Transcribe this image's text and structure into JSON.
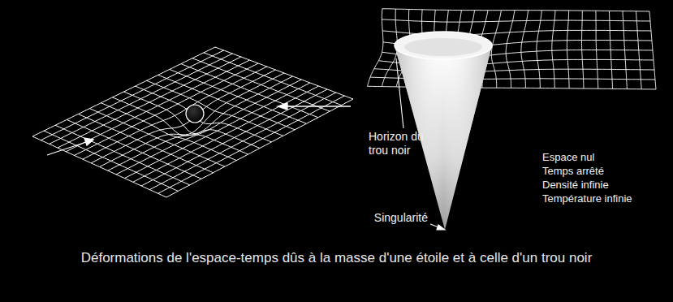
{
  "diagram": {
    "caption": "Déformations de l'espace-temps dûs à la masse d'une étoile et à celle d'un trou noir",
    "labels": [
      "Horizon du trou noir",
      "Singularité",
      "Espace nul",
      "Temps arrêté",
      "Densité infinie",
      "Température infinie"
    ]
  }
}
